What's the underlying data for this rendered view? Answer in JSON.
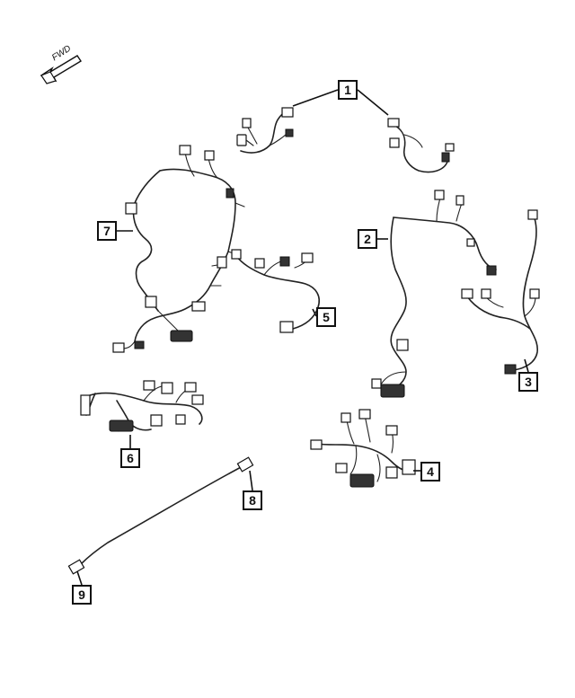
{
  "fwd_indicator": {
    "label": "FWD"
  },
  "callouts": [
    {
      "id": "callout-1",
      "label": "1"
    },
    {
      "id": "callout-2",
      "label": "2"
    },
    {
      "id": "callout-3",
      "label": "3"
    },
    {
      "id": "callout-4",
      "label": "4"
    },
    {
      "id": "callout-5",
      "label": "5"
    },
    {
      "id": "callout-6",
      "label": "6"
    },
    {
      "id": "callout-7",
      "label": "7"
    },
    {
      "id": "callout-8",
      "label": "8"
    },
    {
      "id": "callout-9",
      "label": "9"
    }
  ],
  "colors": {
    "line": "#222222",
    "background": "#ffffff"
  }
}
